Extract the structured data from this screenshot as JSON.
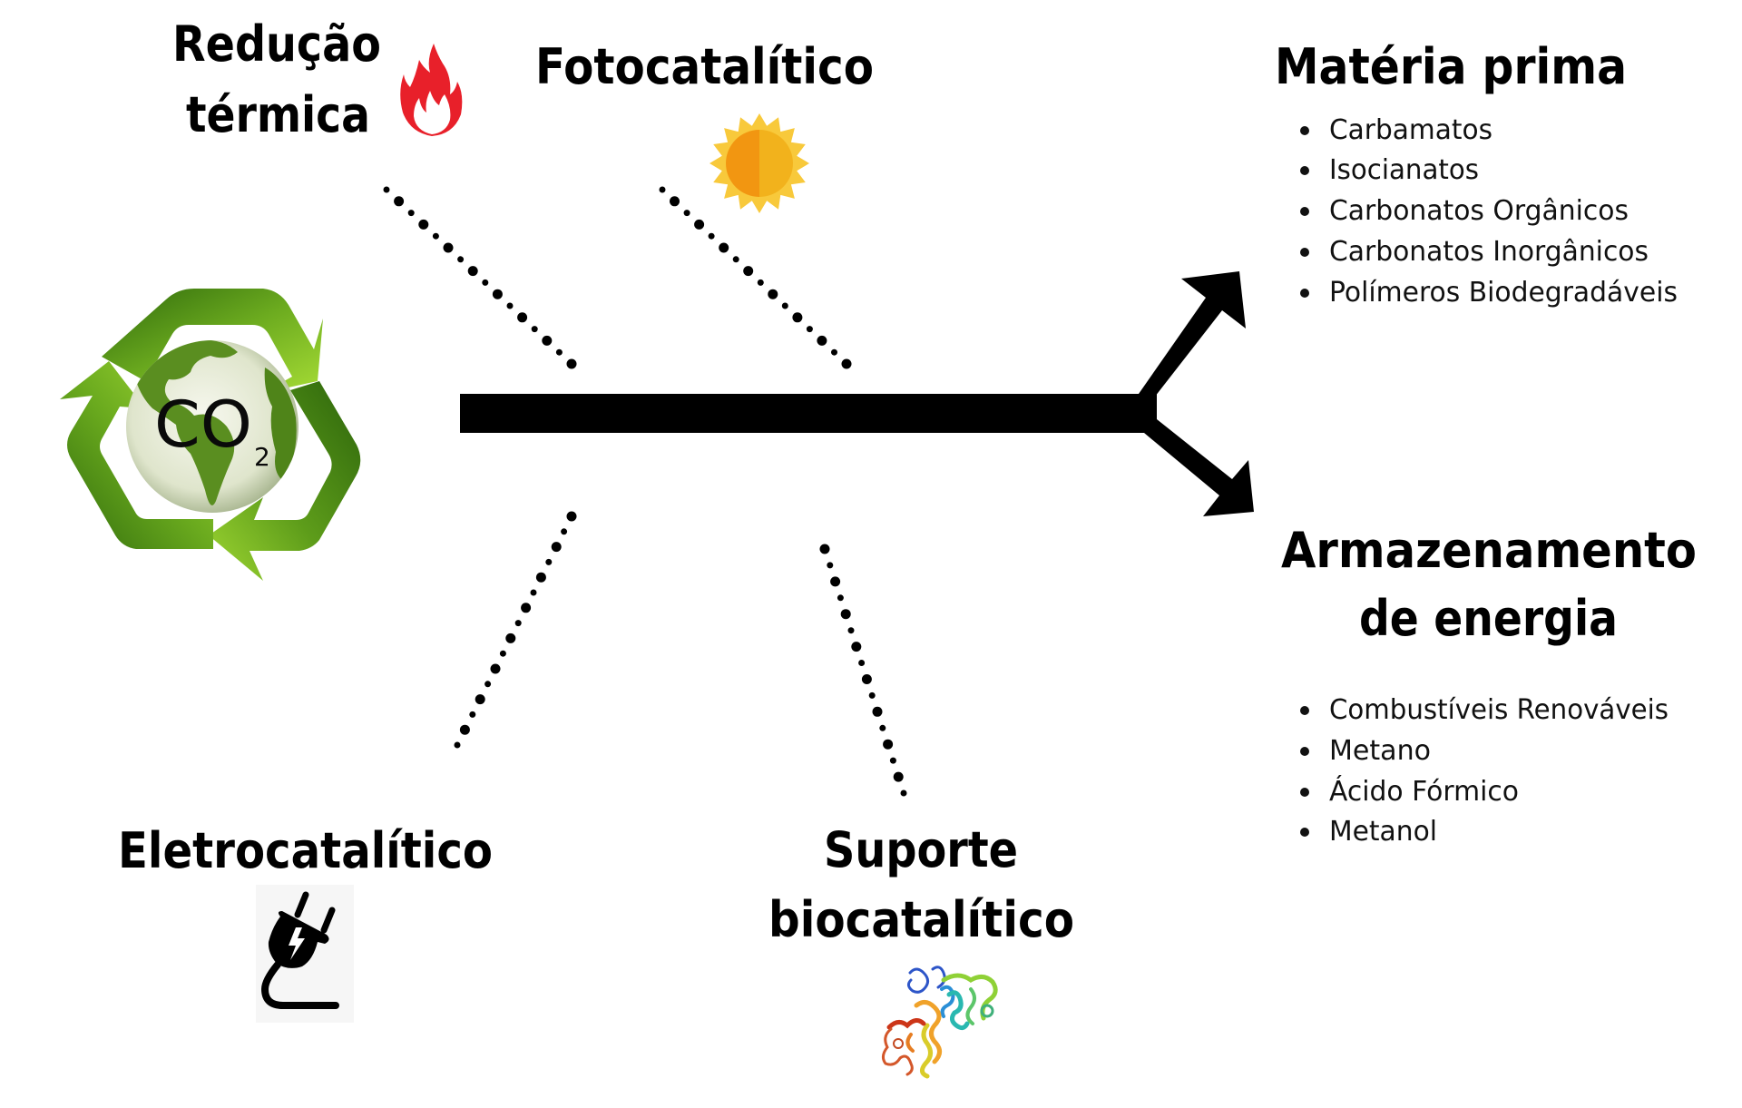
{
  "source": {
    "label": "CO",
    "subscript": "2",
    "icon": "co2-recycle-globe-icon"
  },
  "methods": [
    {
      "id": "thermal",
      "lines": [
        "Redução",
        "térmica"
      ],
      "icon": "flame-icon"
    },
    {
      "id": "photo",
      "lines": [
        "Fotocatalítico"
      ],
      "icon": "sun-icon"
    },
    {
      "id": "electro",
      "lines": [
        "Eletrocatalítico"
      ],
      "icon": "electric-plug-icon"
    },
    {
      "id": "bio",
      "lines": [
        "Suporte",
        "biocatalítico"
      ],
      "icon": "protein-structure-icon"
    }
  ],
  "outputs": [
    {
      "title_lines": [
        "Matéria prima"
      ],
      "items": [
        "Carbamatos",
        "Isocianatos",
        "Carbonatos Orgânicos",
        "Carbonatos Inorgânicos",
        "Polímeros Biodegradáveis"
      ]
    },
    {
      "title_lines": [
        "Armazenamento",
        "de energia"
      ],
      "items": [
        "Combustíveis Renováveis",
        "Metano",
        "Ácido Fórmico",
        "Metanol"
      ]
    }
  ],
  "colors": {
    "flame": "#E8202A",
    "sun_rays": "#F8C93B",
    "sun_left": "#F29611",
    "sun_right": "#F2B21C",
    "recycle_dark": "#3E7A12",
    "recycle_light": "#9BD42E",
    "globe": "#E9EEDC",
    "land": "#5C8F22"
  }
}
